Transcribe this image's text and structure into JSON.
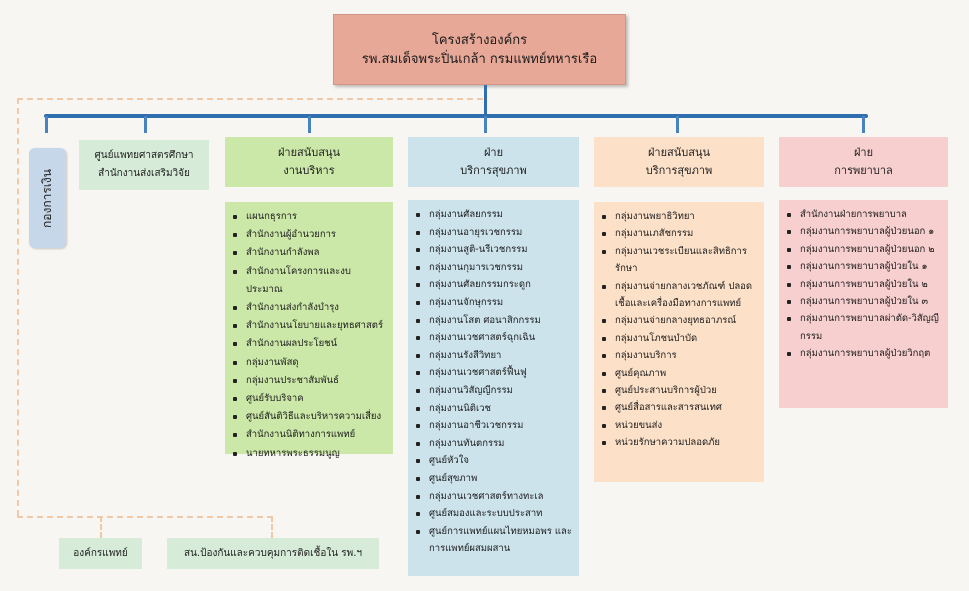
{
  "title": {
    "line1": "โครงสร้างองค์กร",
    "line2": "รพ.สมเด็จพระปิ่นเกล้า กรมแพทย์ทหารเรือ"
  },
  "side": {
    "money": "กองการเงิน",
    "research": {
      "line1": "ศูนย์แพทยศาสตรศึกษา",
      "line2": "สำนักงานส่งเสริมวิจัย"
    },
    "medical_org": "องค์กรแพทย์",
    "infection": "สน.ป้องกันและควบคุมการติดเชื้อใน  รพ.ฯ"
  },
  "columns": [
    {
      "head1": "ฝ่ายสนับสนุน",
      "head2": "งานบริหาร",
      "items": [
        "แผนกธุรการ",
        "สำนักงานผู้อำนวยการ",
        "สำนักงานกำลังพล",
        "สำนักงานโครงการและงบประมาณ",
        "สำนักงานส่งกำลังบำรุง",
        "สำนักงานนโยบายและยุทธศาสตร์",
        "สำนักงานผลประโยชน์",
        "กลุ่มงานพัสดุ",
        "กลุ่มงานประชาสัมพันธ์",
        "ศูนย์รับบริจาค",
        "ศูนย์สันติวิธีและบริหารความเสี่ยง",
        "สำนักงานนิติทางการแพทย์",
        "นายทหารพระธรรมนูญ"
      ]
    },
    {
      "head1": "ฝ่าย",
      "head2": "บริการสุขภาพ",
      "items": [
        "กลุ่มงานศัลยกรรม",
        "กลุ่มงานอายุรเวชกรรม",
        "กลุ่มงานสูติ-นรีเวชกรรม",
        "กลุ่มงานกุมารเวชกรรม",
        "กลุ่มงานศัลยกรรมกระดูก",
        "กลุ่มงานจักษุกรรม",
        "กลุ่มงานโสต ศอนาสิกกรรม",
        "กลุ่มงานเวชศาสตร์ฉุกเฉิน",
        "กลุ่มงานรังสีวิทยา",
        "กลุ่มงานเวชศาสตร์ฟื้นฟู",
        "กลุ่มงานวิสัญญีกรรม",
        "กลุ่มงานนิติเวช",
        "กลุ่มงานอาชีวเวชกรรม",
        "กลุ่มงานทันตกรรม",
        "ศูนย์หัวใจ",
        "ศูนย์สุขภาพ",
        "กลุ่มงานเวชศาสตร์ทางทะเล",
        "ศูนย์สมองและระบบประสาท",
        "ศูนย์การแพทย์แผนไทยหมอพร และการแพทย์ผสมผสาน"
      ]
    },
    {
      "head1": "ฝ่ายสนับสนุน",
      "head2": "บริการสุขภาพ",
      "items": [
        "กลุ่มงานพยาธิวิทยา",
        "กลุ่มงานเภสัชกรรม",
        "กลุ่มงานเวชระเบียนและสิทธิการรักษา",
        "กลุ่มงานจ่ายกลางเวชภัณฑ์ ปลอดเชื้อและเครื่องมือทางการแพทย์",
        "กลุ่มงานจ่ายกลางยุทธอาภรณ์",
        "กลุ่มงานโภชนบำบัด",
        "กลุ่มงานบริการ",
        "ศูนย์คุณภาพ",
        "ศูนย์ประสานบริการผู้ป่วย",
        "ศูนย์สื่อสารและสารสนเทศ",
        "หน่วยขนส่ง",
        "หน่วยรักษาความปลอดภัย"
      ]
    },
    {
      "head1": "ฝ่าย",
      "head2": "การพยาบาล",
      "items": [
        "สำนักงานฝ่ายการพยาบาล",
        "กลุ่มงานการพยาบาลผู้ป่วยนอก ๑",
        "กลุ่มงานการพยาบาลผู้ป่วยนอก ๒",
        "กลุ่มงานการพยาบาลผู้ป่วยใน ๑",
        "กลุ่มงานการพยาบาลผู้ป่วยใน ๒",
        "กลุ่มงานการพยาบาลผู้ป่วยใน ๓",
        "กลุ่มงานการพยาบาลผ่าตัด-วิสัญญีกรรม",
        "กลุ่มงานการพยาบาลผู้ป่วยวิกฤต"
      ]
    }
  ],
  "colors": {
    "title": "#e8a898",
    "connector": "#2f6fb0",
    "dashed": "#f2c9a6",
    "admin": "#cce8a8",
    "service": "#cce3ec",
    "support": "#fce0c8",
    "nursing": "#f7cfcf",
    "side": "#d6ecd8",
    "money": "#c6d7ea"
  }
}
